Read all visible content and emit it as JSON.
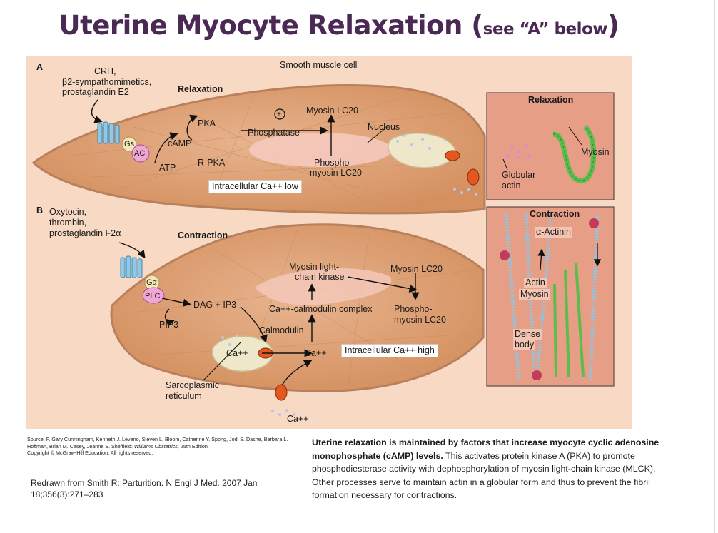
{
  "title": {
    "main": "Uterine Myocyte Relaxation (",
    "small": "see “A” below",
    "close": ")"
  },
  "figure": {
    "panel_a": {
      "letter": "A",
      "cell_title": "Smooth muscle cell",
      "agonists": [
        "CRH,",
        "β2-sympathomimetics,",
        "prostaglandin E2"
      ],
      "state": "Relaxation",
      "gs": "Gs",
      "ac": "AC",
      "camp": "cAMP",
      "atp": "ATP",
      "pka": "PKA",
      "r_pka": "R-PKA",
      "phosphatase": "Phosphatase",
      "plus": "+",
      "myosin_lc20": "Myosin LC20",
      "phospho_myosin": [
        "Phospho-",
        "myosin LC20"
      ],
      "nucleus": "Nucleus",
      "ca_low": "Intracellular Ca++ low",
      "inset": {
        "title": "Relaxation",
        "globular": [
          "Globular",
          "actin"
        ],
        "myosin": "Myosin"
      }
    },
    "panel_b": {
      "letter": "B",
      "agonists": [
        "Oxytocin,",
        "thrombin,",
        "prostaglandin F2α"
      ],
      "state": "Contraction",
      "galpha": "Gα",
      "plc": "PLC",
      "dag_ip3": "DAG + IP3",
      "pip3": "PIP3",
      "mlck": [
        "Myosin light-",
        "chain kinase"
      ],
      "myosin_lc20": "Myosin LC20",
      "ca_calmodulin": "Ca++-calmodulin complex",
      "phospho_myosin": [
        "Phospho-",
        "myosin LC20"
      ],
      "calmodulin": "Calmodulin",
      "ca_internal": "Ca++",
      "ca_center": "Ca++",
      "ca_high": "Intracellular Ca++ high",
      "sarcoplasmic": [
        "Sarcoplasmic",
        "reticulum"
      ],
      "ca_external": "Ca++",
      "inset": {
        "title": "Contraction",
        "alpha_actinin": "α-Actinin",
        "actin": "Actin",
        "myosin": "Myosin",
        "dense_body": [
          "Dense",
          "body"
        ]
      }
    }
  },
  "source": {
    "authors": "Source: F. Gary Cunningham, Kenneth J. Leveno, Steven L. Bloom, Catherine Y. Spong, Jodi S. Dashe, Barbara L. Hoffman, Brian M. Casey, Jeanne S. Sheffield: ",
    "book": "Williams Obstetrics",
    "edition": ", 25th Edition",
    "copyright": "Copyright © McGraw-Hill Education.  All rights reserved."
  },
  "redrawn": "Redrawn from Smith R: Parturition. N Engl J Med. 2007 Jan 18;356(3):271–283",
  "caption": {
    "bold": "Uterine relaxation is maintained by factors that increase myocyte cyclic adenosine monophosphate (cAMP) levels.",
    "rest": " This activates protein kinase A (PKA) to promote phosphodiesterase activity with dephosphorylation of myosin light-chain kinase (MLCK). Other processes serve to maintain actin in a globular form and thus to prevent the fibril formation necessary for contractions."
  },
  "colors": {
    "title": "#4a2a55",
    "figure_bg": "#f7d9c4",
    "cell_fill": "#d99a73",
    "cell_edge": "#b8805c",
    "nucleus": "#f5c9bd",
    "receptor": "#8fc9e6",
    "enzyme": "#f1a6d6",
    "actin_filament": "#88c8e8",
    "myosin": "#5bbd4d"
  }
}
